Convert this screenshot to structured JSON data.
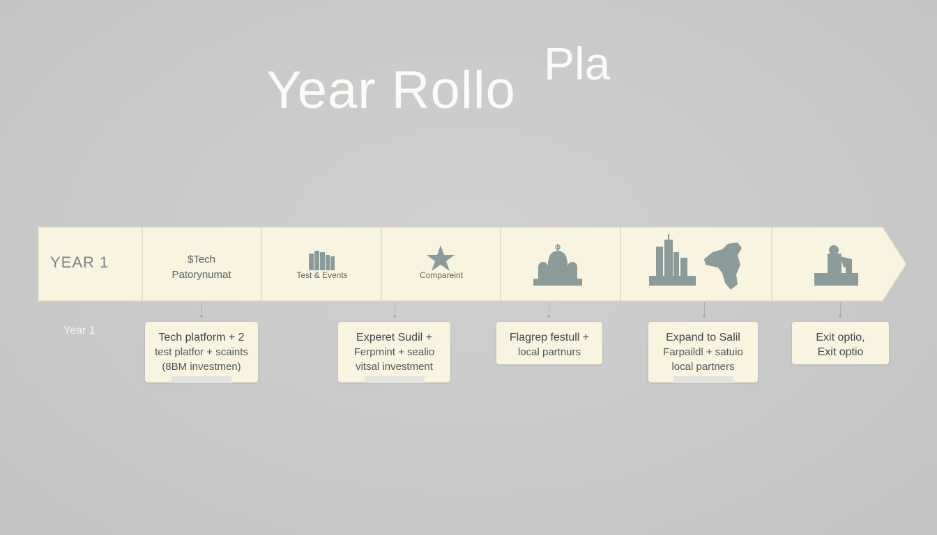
{
  "title": {
    "main": "Year Rollo",
    "tail": "Pla"
  },
  "timeline": {
    "year_label": "YEAR 1",
    "year_small": "Year 1",
    "segments": [
      {
        "id": "seg-1",
        "text": [
          "$Tech",
          "Patorynumat"
        ],
        "icon": ""
      },
      {
        "id": "seg-2",
        "text": [
          "Test & Events"
        ],
        "icon": "books-icon"
      },
      {
        "id": "seg-3",
        "text": [
          "Compareint"
        ],
        "icon": "star-icon"
      },
      {
        "id": "seg-4",
        "text": [],
        "icon": "mosque-icon"
      },
      {
        "id": "seg-5",
        "text": [],
        "icon": "skyline-map-icon"
      },
      {
        "id": "seg-6",
        "text": [],
        "icon": "figure-icon"
      }
    ]
  },
  "cards": [
    {
      "lines": [
        "Tech platform + 2",
        "test platfor + scaints",
        "(8BM investmen)"
      ]
    },
    {
      "lines": [
        "Experet Sudil +",
        "Ferpmint + sealio",
        "vitsal investment"
      ]
    },
    {
      "lines": [
        "Flagrep festull +",
        "local partnurs"
      ]
    },
    {
      "lines": [
        "Expand to Salil",
        "Farpaildl + satuio",
        "local partners"
      ]
    },
    {
      "lines": [
        "Exit optio,",
        "Exit optio"
      ]
    }
  ],
  "colors": {
    "band": "#f8f4df",
    "band_border": "#dcd7c2",
    "icon": "#8b9b99",
    "text": "#5a6264",
    "background": "#c8c9c8"
  }
}
